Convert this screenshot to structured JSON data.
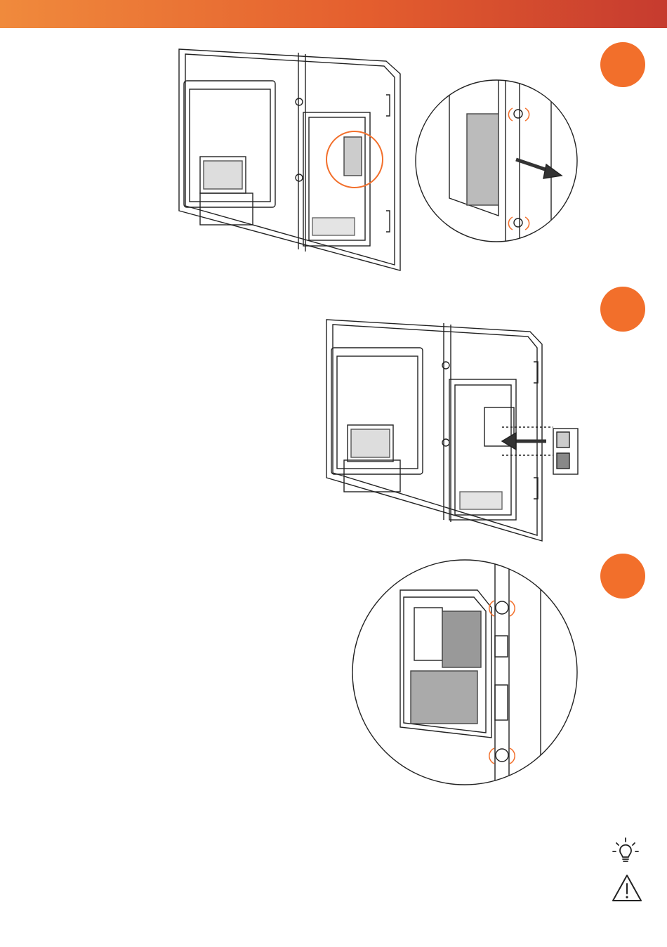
{
  "header": {
    "color_start": "#f08a3c",
    "color_end": "#c63b2f"
  },
  "accent_color": "#f26f2b",
  "steps": [
    {
      "badge": "step-1",
      "illustration": "remove-cover-screws"
    },
    {
      "badge": "step-2",
      "illustration": "insert-ops-module"
    },
    {
      "badge": "step-3",
      "illustration": "tighten-module-screws"
    }
  ],
  "notes": [
    {
      "icon": "lightbulb-icon"
    },
    {
      "icon": "warning-icon"
    }
  ]
}
